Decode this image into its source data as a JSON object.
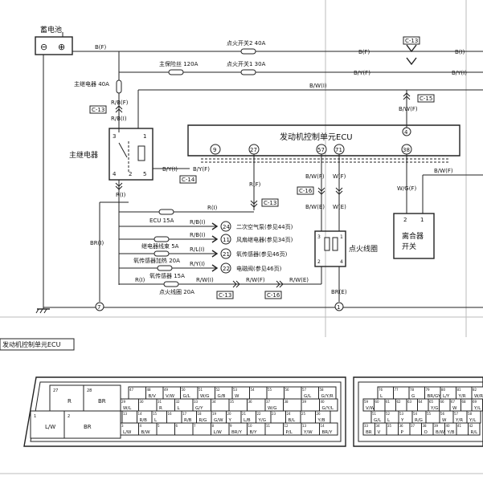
{
  "battery": {
    "label": "蓄电池",
    "neg": "⊖",
    "pos": "⊕"
  },
  "main_relay": {
    "label": "主继电器",
    "pins": [
      "3",
      "1",
      "4",
      "2",
      "5"
    ]
  },
  "ecu": {
    "label": "发动机控制单元ECU",
    "pins": [
      "9",
      "27",
      "57",
      "71",
      "38"
    ],
    "section_title": "发动机控制单元ECU"
  },
  "ignition_coil": {
    "label": "点火线圈",
    "pins": [
      "3",
      "1",
      "2",
      "4"
    ]
  },
  "clutch_switch": {
    "label_line1": "离合器",
    "label_line2": "开关",
    "pins": [
      "2",
      "1"
    ]
  },
  "connectors": {
    "c13": "C-13",
    "c14": "C-14",
    "c15": "C-15",
    "c16": "C-16"
  },
  "fuses": {
    "ign_switch2": "点火开关2 40A",
    "main_fuse": "主保险丝 120A",
    "ign_switch1": "点火开关1 30A",
    "main_relay_fuse": "主继电器 40A",
    "ecu": "ECU 15A",
    "relay_harness": "继电器线束 5A",
    "o2_heater": "氧传感器加热 20A",
    "o2_sensor": "氧传感器 15A",
    "ign_coil": "点火线圈 20A"
  },
  "wires": {
    "bf": "B(F)",
    "bf2": "B(F)",
    "bi": "B(I)",
    "byf": "B/Y(F)",
    "byf2": "B/Y(F)",
    "byi_right": "B/Y(I)",
    "bwi": "B/W(I)",
    "bwf_c15": "B/W(F)",
    "rbf": "R/B(F)",
    "rbi": "R/B(I)",
    "byi_relay": "B/Y(I)",
    "byf_relay": "B/Y(F)",
    "ri_relay": "R(I)",
    "ri_ecu": "R(I)",
    "rf_ecu": "R(F)",
    "bri": "BR(I)",
    "bwf57": "B/W(F)",
    "wf71": "W(F)",
    "bwe": "B/W(E)",
    "we": "W(E)",
    "wgf": "W/G(F)",
    "bwf_clutch": "B/W(F)",
    "rbi1": "R/B(I)",
    "rbi2": "R/B(I)",
    "rli": "R/L(I)",
    "ryi": "R/Y(I)",
    "ri_coil": "R(I)",
    "rwi": "R/W(I)",
    "rwf": "R/W(F)",
    "rwe": "R/W(E)",
    "bre": "BR(E)"
  },
  "refs": [
    {
      "num": "24",
      "text": "二次空气泵(参见44页)"
    },
    {
      "num": "11",
      "text": "风扇继电器(参见34页)"
    },
    {
      "num": "21",
      "text": "氧传感器(参见46页)"
    },
    {
      "num": "22",
      "text": "电磁阀(参见46页)"
    }
  ],
  "ground_points": {
    "g7": "7",
    "g1": "1",
    "c4": "4"
  },
  "conn_left": {
    "big": [
      {
        "pin": "27",
        "wire": "R"
      },
      {
        "pin": "28",
        "wire": "BR"
      },
      {
        "pin": "1",
        "wire": "L/W"
      },
      {
        "pin": "2",
        "wire": "BR"
      }
    ],
    "row1": [
      "47",
      "48 B/V",
      "49 V/W",
      "50 G/L",
      "51 W/G",
      "52 G/B",
      "53 W",
      "54",
      "55",
      "56",
      "57 G/L",
      "58 G/Y/R"
    ],
    "row2": [
      "29 W/L",
      "30",
      "31 R",
      "32 L",
      "33 G/Y",
      "34",
      "35",
      "36",
      "37 W/G",
      "38",
      "39",
      "40 G/Y/L"
    ],
    "row3": [
      "13",
      "14 R/B",
      "15 L",
      "16",
      "17 R/B",
      "18 R/G",
      "19 G/W",
      "20 Y",
      "21 L/B",
      "22 Y/G",
      "23",
      "24 B/L",
      "25",
      "26 Y/B"
    ],
    "row4": [
      "3 L/W",
      "4 B/W",
      "5",
      "6",
      "7",
      "8 L/W",
      "9 BR/Y",
      "10 B/Y",
      "11",
      "12 P/L",
      "13 Y/W",
      "14 BR/Y"
    ]
  },
  "conn_right": {
    "row1": [
      "76 L",
      "77",
      "78 G",
      "79 BR/GY",
      "80 L/Y",
      "81 Y/R",
      "82 W/R"
    ],
    "row2": [
      "59 V/W",
      "60",
      "61",
      "62",
      "63",
      "64",
      "65 Y/G",
      "66",
      "67 W",
      "68",
      "69 Y/L"
    ],
    "row3": [
      "51 G/L",
      "52 L",
      "53 Y",
      "54 R/G",
      "55",
      "56 W",
      "57 Y/R",
      "58 Y/L"
    ],
    "row4": [
      "33 BR",
      "34 V",
      "35",
      "36 P",
      "37",
      "38 O",
      "39 B/W",
      "40 Y/B",
      "41",
      "42 R/L"
    ]
  }
}
